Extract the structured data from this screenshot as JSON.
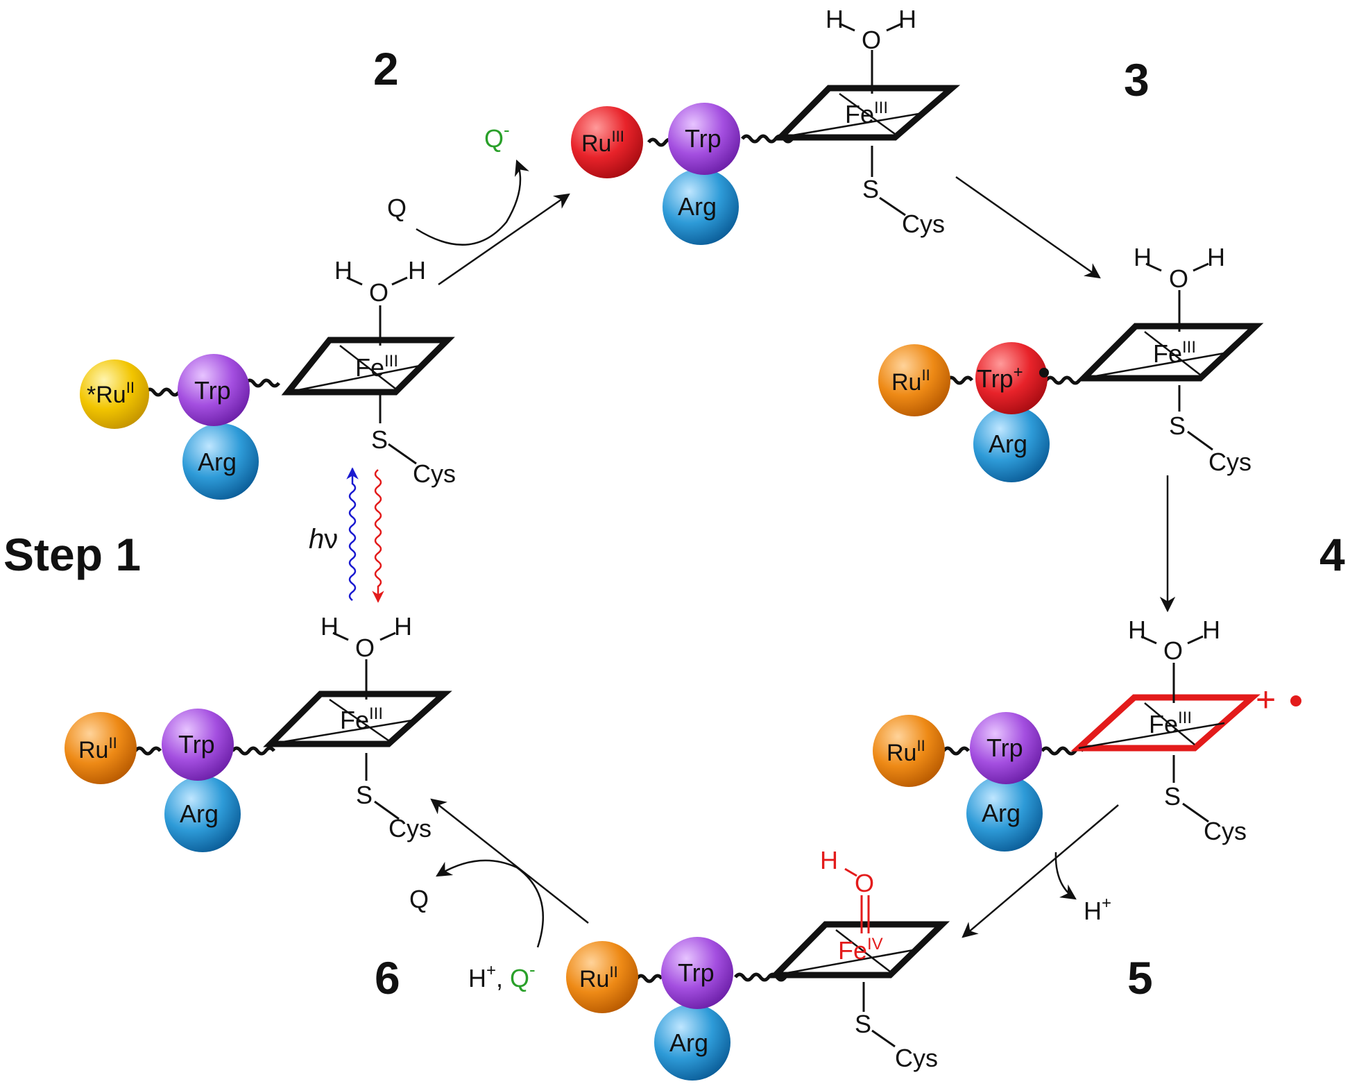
{
  "labels": {
    "step_1": "Step 1",
    "n2": "2",
    "n3": "3",
    "n4": "4",
    "n5": "5",
    "n6": "6"
  },
  "residues": {
    "trp": "Trp",
    "arg": "Arg",
    "cys": "Cys",
    "sulfur": "S"
  },
  "water": {
    "h": "H",
    "o": "O"
  },
  "metals": {
    "ru": "Ru",
    "ru_star": "*Ru",
    "ox_II": "II",
    "ox_III": "III",
    "ox_IV": "IV",
    "fe": "Fe"
  },
  "radical": {
    "trp": "Trp",
    "sup": "+"
  },
  "species": {
    "q": "Q",
    "q_minus": "Q",
    "minus": "-",
    "h_plus": "H",
    "plus": "+",
    "comma": ",",
    "hv_h": "h",
    "hv_nu": "ν",
    "pi_radical": "+"
  },
  "colors": {
    "ru_excited": "#f2c500",
    "ru_ii": "#ee8a16",
    "ru_iii": "#e8232a",
    "trp": "#a44fe0",
    "trp_radical": "#e8232a",
    "arg": "#2e9bd8",
    "quencher": "#2aa02a",
    "highlight": "#e31b1b",
    "absorb_arrow": "#1a1ad0",
    "emit_arrow": "#e31b1b",
    "ink": "#111111"
  }
}
